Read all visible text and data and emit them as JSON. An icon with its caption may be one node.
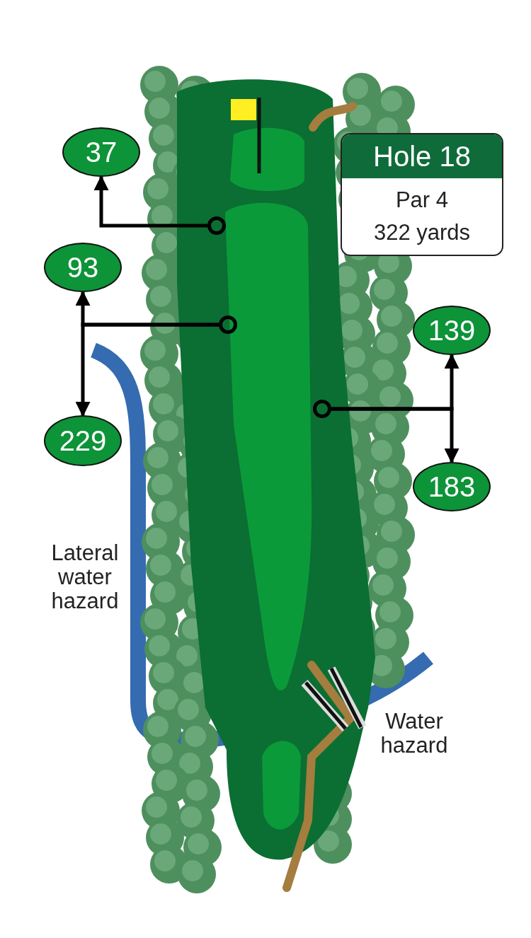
{
  "diagram": {
    "nodes": [
      {
        "text": [
          "Hole 18",
          "Par 4",
          "322 yards"
        ]
      },
      {
        "text": [
          "37"
        ]
      },
      {
        "text": [
          "93"
        ]
      },
      {
        "text": [
          "139"
        ]
      },
      {
        "text": [
          "229"
        ]
      },
      {
        "text": [
          "183"
        ]
      },
      {
        "text": [],
        "shape": "circle"
      },
      {
        "text": [],
        "shape": "circle"
      },
      {
        "text": [],
        "shape": "circle"
      }
    ],
    "edges": [
      {
        "from": 6,
        "to": 1,
        "arrow": "to"
      },
      {
        "from": 7,
        "to": 2,
        "arrow": "to"
      },
      {
        "from": 7,
        "to": 4,
        "arrow": "to"
      },
      {
        "from": 8,
        "to": 3,
        "arrow": "to"
      },
      {
        "from": 8,
        "to": 5,
        "arrow": "to"
      }
    ],
    "labels": [
      "Lateral water hazard",
      "Water hazard"
    ]
  }
}
